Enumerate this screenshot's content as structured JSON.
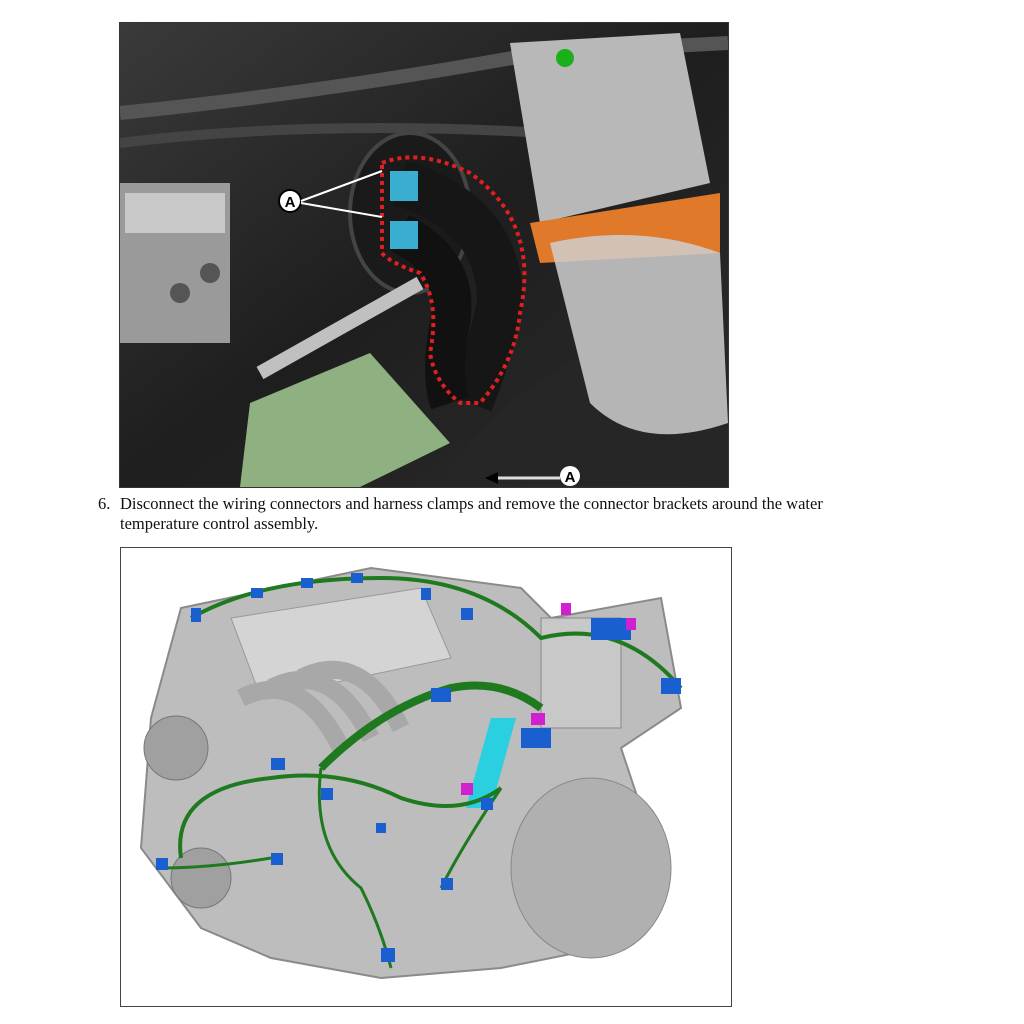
{
  "figure1": {
    "description": "Photo of heater hoses at firewall with dashed red outline around hoses",
    "callouts": [
      {
        "label": "A",
        "position": "left, pointing to two hose connectors"
      },
      {
        "label": "A",
        "position": "bottom, arrow pointing left"
      }
    ],
    "highlight_color": "#e02020"
  },
  "step": {
    "number": "6.",
    "line1": "Disconnect the wiring connectors and harness clamps and remove the connector brackets around the water",
    "line2": "temperature control assembly."
  },
  "figure2": {
    "description": "3D rendering of engine with wiring harness highlighted",
    "harness_color": "#1f7a1f",
    "connector_color": "#1a5fd0",
    "bracket_color": "#2ad0e0",
    "clip_color": "#d020d0"
  }
}
